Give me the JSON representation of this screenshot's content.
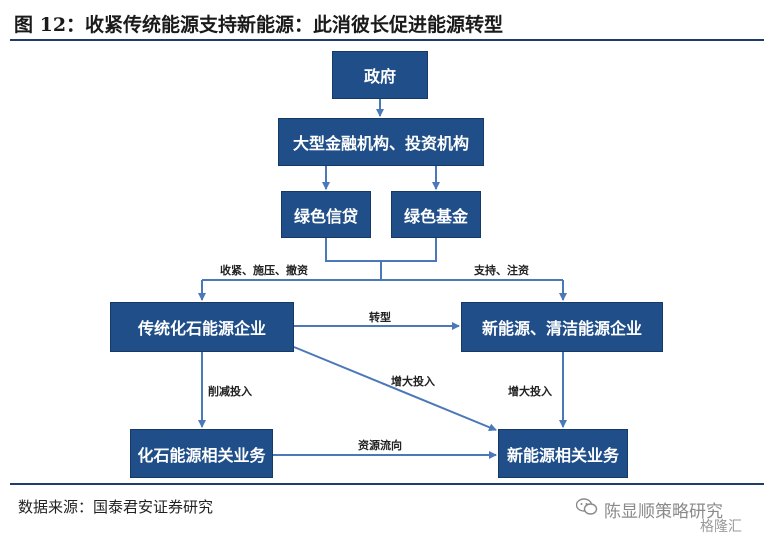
{
  "figure": {
    "title": "图 12：收紧传统能源支持新能源：此消彼长促进能源转型",
    "source": "数据来源：国泰君安证券研究"
  },
  "nodes": {
    "government": "政府",
    "financial_institutions": "大型金融机构、投资机构",
    "green_credit": "绿色信贷",
    "green_fund": "绿色基金",
    "traditional_fossil": "传统化石能源企业",
    "new_energy_clean": "新能源、清洁能源企业",
    "fossil_business": "化石能源相关业务",
    "new_energy_business": "新能源相关业务"
  },
  "edges": {
    "tighten": "收紧、施压、撤资",
    "support": "支持、注资",
    "transform": "转型",
    "cut_investment": "削减投入",
    "increase_investment_diag": "增大投入",
    "increase_investment_right": "增大投入",
    "resource_flow": "资源流向"
  },
  "watermark": {
    "account": "陈显顺策略研究",
    "badge": "格隆汇"
  }
}
